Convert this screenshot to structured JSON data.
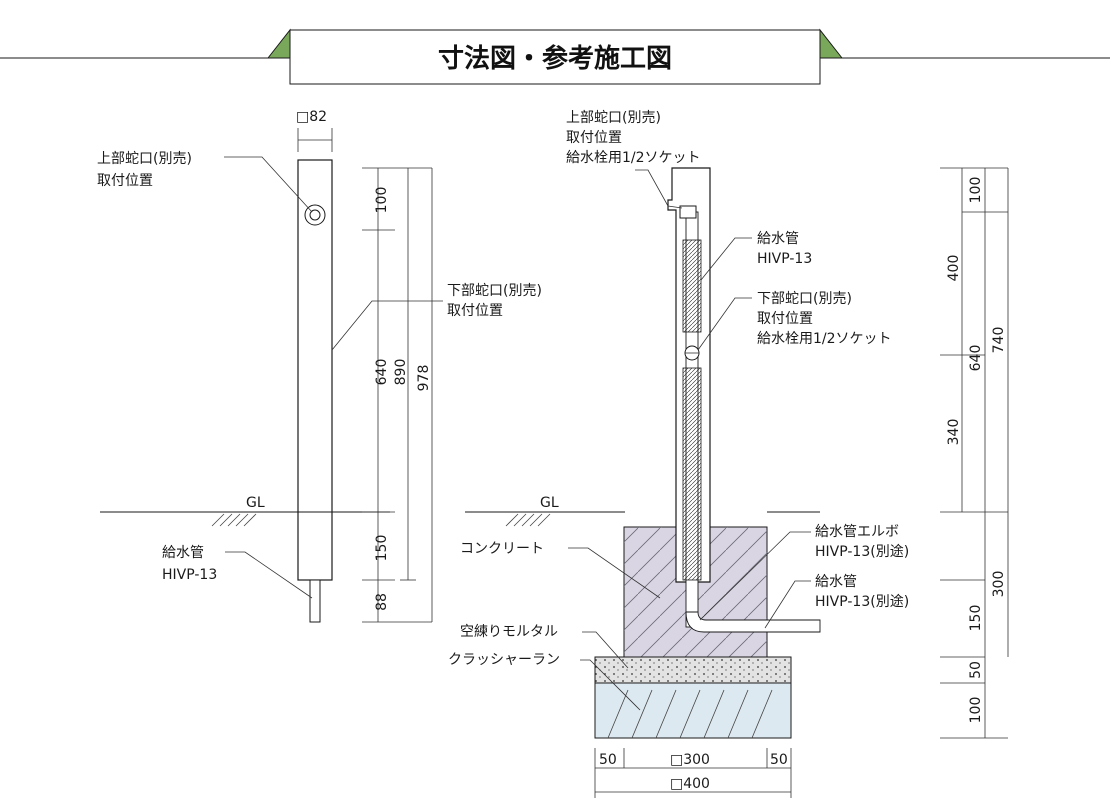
{
  "title": "寸法図・参考施工図",
  "colors": {
    "banner_green": "#7aa85a",
    "concrete": "#d9d5e3",
    "mortar": "#e3e3e3",
    "crusher": "#dde9f0",
    "line": "#1a1a1a"
  },
  "left": {
    "top_dim": "□82",
    "upper_faucet": [
      "上部蛇口(別売)",
      "取付位置"
    ],
    "lower_faucet": [
      "下部蛇口(別売)",
      "取付位置"
    ],
    "gl": "GL",
    "pipe": [
      "給水管",
      "HIVP-13"
    ],
    "dims_inner": [
      "100",
      "640",
      "150"
    ],
    "dims_mid": "890",
    "dims_outer": "978",
    "dims_bottom": "88"
  },
  "right": {
    "upper_socket": [
      "上部蛇口(別売)",
      "取付位置",
      "給水栓用1/2ソケット"
    ],
    "pipe_upper": [
      "給水管",
      "HIVP-13"
    ],
    "lower_socket": [
      "下部蛇口(別売)",
      "取付位置",
      "給水栓用1/2ソケット"
    ],
    "gl": "GL",
    "concrete": "コンクリート",
    "mortar": "空練りモルタル",
    "crusher": "クラッシャーラン",
    "elbow": [
      "給水管エルボ",
      "HIVP-13(別途)"
    ],
    "pipe_lower": [
      "給水管",
      "HIVP-13(別途)"
    ],
    "dims_left": [
      "400",
      "340"
    ],
    "dims_mid": [
      "100",
      "640"
    ],
    "dims_right": "740",
    "dims_below": [
      "150",
      "50",
      "100"
    ],
    "dims_below_outer": "300",
    "base_dims": [
      "50",
      "□300",
      "50"
    ],
    "base_total": "□400"
  }
}
